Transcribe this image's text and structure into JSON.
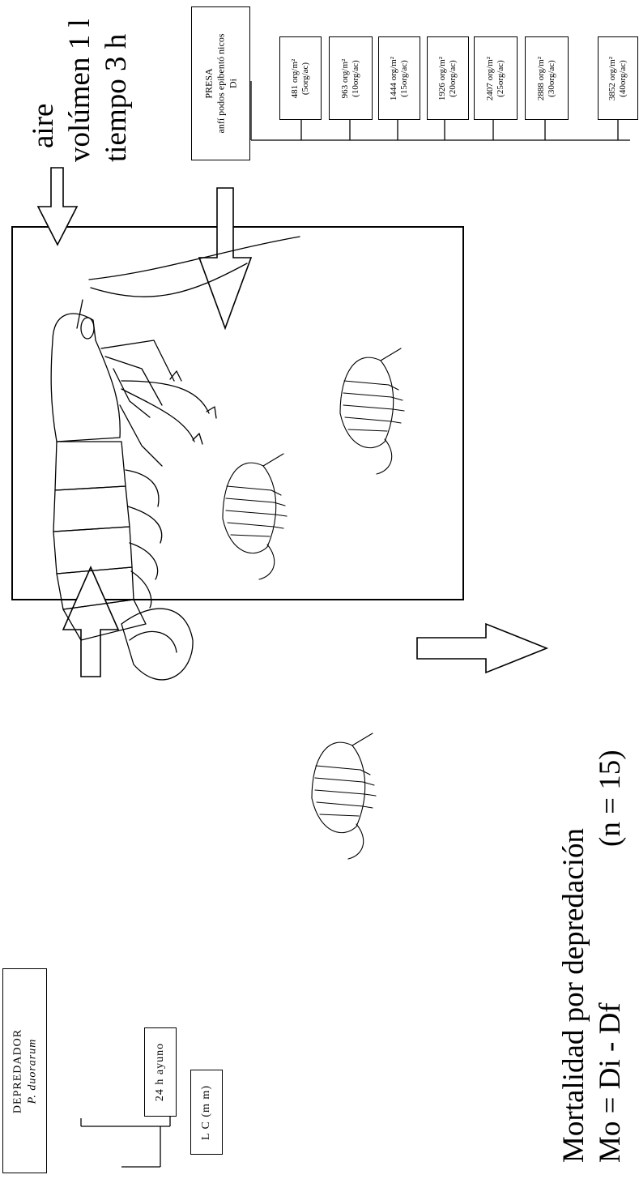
{
  "environment": {
    "air": "aire",
    "volume": "volúmen 1 l",
    "time": "tiempo 3 h"
  },
  "prey": {
    "title": "PRESA",
    "subtitle": "anfí podos epibentó nicos",
    "di": "Di",
    "densities": [
      {
        "density": "481 org/m²",
        "per_container": "(5org/ac)"
      },
      {
        "density": "963 org/m²",
        "per_container": "(10org/ac)"
      },
      {
        "density": "1444 org/m²",
        "per_container": "(15org/ac)"
      },
      {
        "density": "1926 org/m²",
        "per_container": "(20org/ac)"
      },
      {
        "density": "2407 org/m²",
        "per_container": "(25org/ac)"
      },
      {
        "density": "2888 org/m²",
        "per_container": "(30org/ac)"
      },
      {
        "density": "3852 org/m²",
        "per_container": "(40org/ac)"
      }
    ]
  },
  "predator": {
    "title": "DEPREDADOR",
    "species": "P. duorarum",
    "fasting": "24 h ayuno",
    "length": "L C (m m)"
  },
  "result": {
    "mortality_label": "Mortalidad por depredación",
    "formula": "Mo = Di - Df",
    "n": "(n = 15)"
  },
  "icons": [
    "shrimp-drawing",
    "amphipod-drawing",
    "arrow-icon"
  ]
}
